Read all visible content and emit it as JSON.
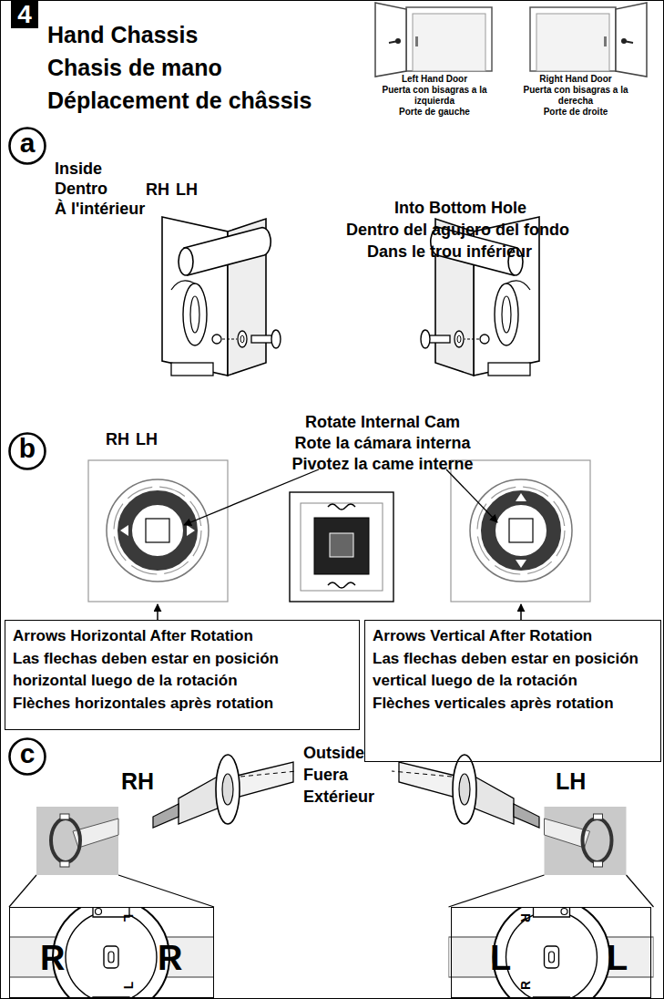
{
  "diagram": {
    "title": "Hand Chassis",
    "nodes": [
      {
        "text": [
          "4"
        ]
      },
      {
        "text": [
          "a"
        ]
      },
      {
        "text": [
          "b"
        ]
      },
      {
        "text": [
          "Arrows Horizontal After Rotation",
          "Las flechas deben estar en posición horizontal luego de la rotación",
          "Flèches horizontales après rotation"
        ]
      },
      {
        "text": [
          "Arrows Vertical After Rotation",
          "Las flechas deben estar en posición vertical luego de la rotación",
          "Flèches verticales après rotation"
        ]
      },
      {
        "text": [
          "c"
        ]
      },
      {
        "text": [
          "R",
          "R",
          "L",
          "L"
        ]
      },
      {
        "text": [
          "L",
          "L",
          "R",
          "R"
        ]
      }
    ],
    "labels": [
      "Chasis de mano",
      "Déplacement de châssis",
      "Left Hand Door",
      "Puerta con bisagras a la izquierda",
      "Porte de gauche",
      "Right Hand Door",
      "Puerta con bisagras a la derecha",
      "Porte de droite",
      "Inside",
      "Dentro",
      "À l'intérieur",
      "RH",
      "LH",
      "Into Bottom Hole",
      "Dentro del agujero del fondo",
      "Dans le trou inférieur",
      "RH",
      "LH",
      "Rotate Internal Cam",
      "Rote la cámara interna",
      "Pivotez la came interne",
      "Outside",
      "Fuera",
      "Extérieur",
      "RH",
      "LH"
    ]
  }
}
